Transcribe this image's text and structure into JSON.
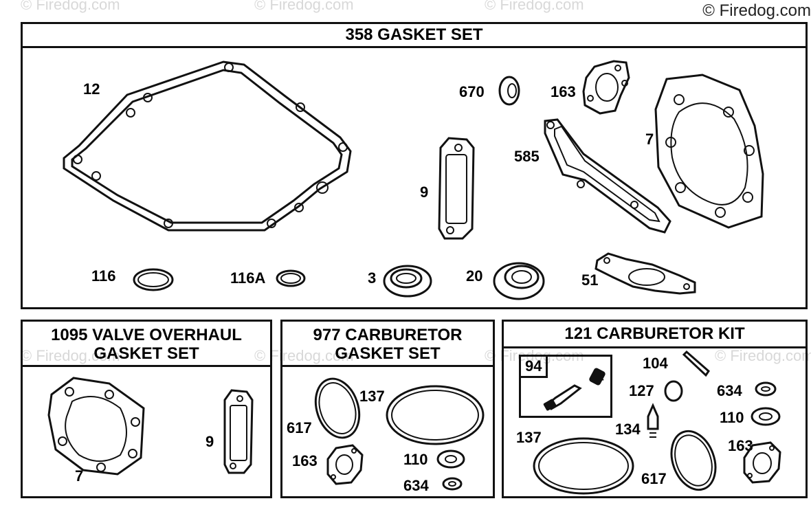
{
  "watermark": "© Firedog.com",
  "copyright": "© Firedog.com",
  "panels": {
    "main": {
      "title": "358 GASKET SET",
      "labels": {
        "p12": "12",
        "p670": "670",
        "p163": "163",
        "p7": "7",
        "p585": "585",
        "p9": "9",
        "p116": "116",
        "p116a": "116A",
        "p3": "3",
        "p20": "20",
        "p51": "51"
      }
    },
    "valve": {
      "title_line1": "1095 VALVE OVERHAUL",
      "title_line2": "GASKET SET",
      "labels": {
        "p9": "9",
        "p7": "7"
      }
    },
    "carb_gasket": {
      "title_line1": "977 CARBURETOR",
      "title_line2": "GASKET SET",
      "labels": {
        "p617": "617",
        "p137": "137",
        "p163": "163",
        "p110": "110",
        "p634": "634"
      }
    },
    "carb_kit": {
      "title": "121 CARBURETOR KIT",
      "subbox_tag": "94",
      "labels": {
        "p104": "104",
        "p127": "127",
        "p634": "634",
        "p110": "110",
        "p134": "134",
        "p137": "137",
        "p163": "163",
        "p617": "617"
      }
    }
  }
}
